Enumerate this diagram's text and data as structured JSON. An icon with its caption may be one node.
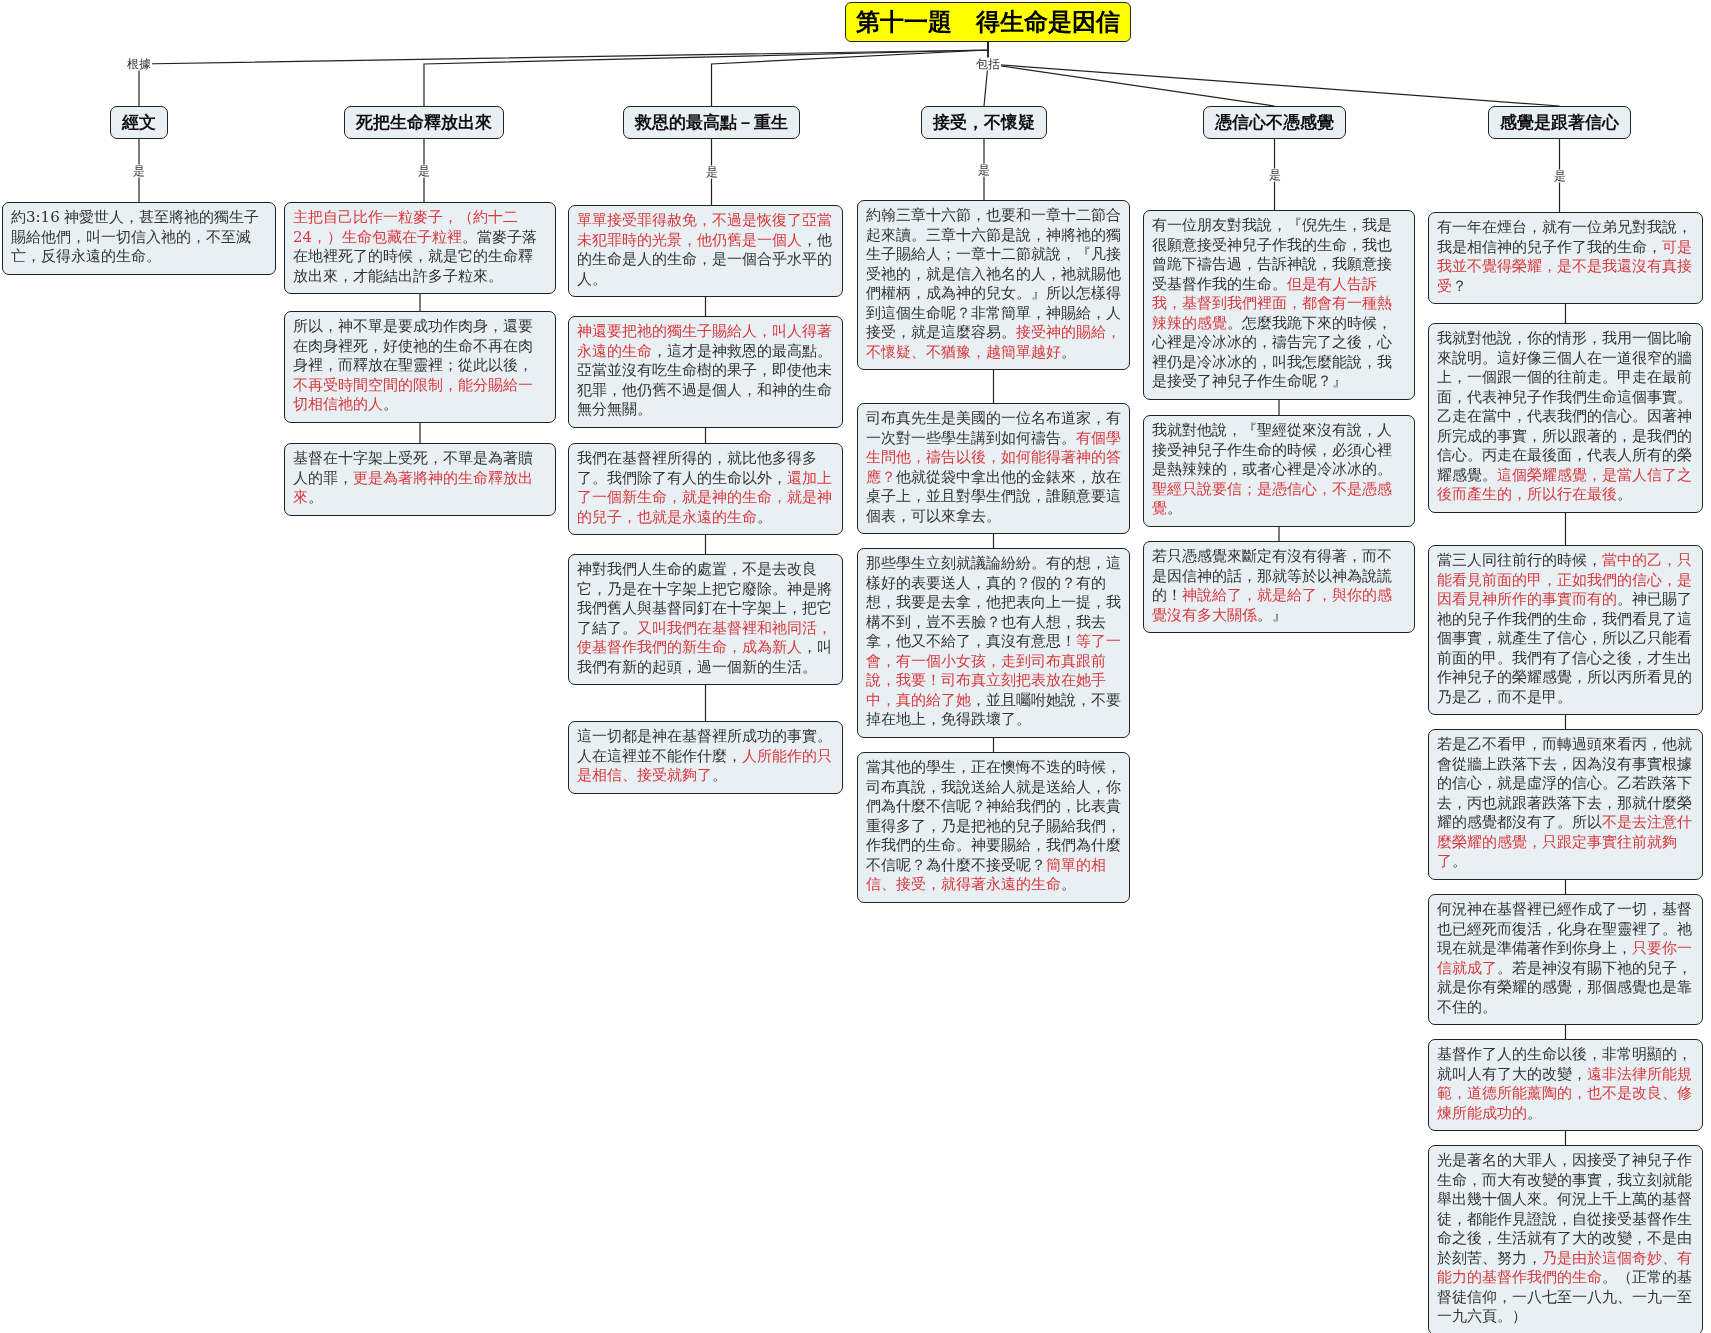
{
  "diagram": {
    "nodes": [
      {
        "text": [
          "第十一題　得生命是因信"
        ]
      },
      {
        "text": [
          "經文"
        ]
      },
      {
        "text": [
          "死把生命釋放出來"
        ]
      },
      {
        "text": [
          "救恩的最高點－重生"
        ]
      },
      {
        "text": [
          "接受，不懷疑"
        ]
      },
      {
        "text": [
          "憑信心不憑感覺"
        ]
      },
      {
        "text": [
          "感覺是跟著信心"
        ]
      },
      {
        "text": [
          "約3:16 神愛世人，甚至將祂的獨生子賜給他們，叫一切信入祂的，不至滅亡，反得永遠的生命。"
        ]
      },
      {
        "text": [
          "**主把自己比作一粒麥子，（約十二24，）生命包藏在子粒裡**。當麥子落在地裡死了的時候，就是它的生命釋放出來，才能結出許多子粒來。"
        ]
      },
      {
        "text": [
          "所以，神不單是要成功作肉身，還要在肉身裡死，好使祂的生命不再在肉身裡，而釋放在聖靈裡；從此以後，**不再受時間空間的限制，能分賜給一切相信祂的人**。"
        ]
      },
      {
        "text": [
          "基督在十字架上受死，不單是為著贖人的罪，**更是為著將神的生命釋放出來**。"
        ]
      },
      {
        "text": [
          "**單單接受罪得赦免，不過是恢復了亞當未犯罪時的光景，他仍舊是一個人**，他的生命是人的生命，是一個合乎水平的人。"
        ]
      },
      {
        "text": [
          "**神還要把祂的獨生子賜給人，叫人得著永遠的生命**，這才是神救恩的最高點。亞當並沒有吃生命樹的果子，即使他未犯罪，他仍舊不過是個人，和神的生命無分無關。"
        ]
      },
      {
        "text": [
          "我們在基督裡所得的，就比他多得多了。我們除了有人的生命以外，**還加上了一個新生命，就是神的生命，就是神的兒子，也就是永遠的生命**。"
        ]
      },
      {
        "text": [
          "神對我們人生命的處置，不是去改良它，乃是在十字架上把它廢除。神是將我們舊人與基督同釘在十字架上，把它了結了。**又叫我們在基督裡和祂同活，使基督作我們的新生命，成為新人**，叫我們有新的起頭，過一個新的生活。"
        ]
      },
      {
        "text": [
          "這一切都是神在基督裡所成功的事實。人在這裡並不能作什麼，**人所能作的只是相信、接受就夠了**。"
        ]
      },
      {
        "text": [
          "約翰三章十六節，也要和一章十二節合起來讀。三章十六節是說，神將祂的獨生子賜給人；一章十二節就說，『凡接受祂的，就是信入祂名的人，祂就賜他們權柄，成為神的兒女。』所以怎樣得到這個生命呢？非常簡單，神賜給，人接受，就是這麼容易。**接受神的賜給，不懷疑、不猶豫，越簡單越好**。"
        ]
      },
      {
        "text": [
          "司布真先生是美國的一位名布道家，有一次對一些學生講到如何禱告。**有個學生問他，禱告以後，如何能得著神的答應？**他就從袋中拿出他的金錶來，放在桌子上，並且對學生們說，誰願意要這個表，可以來拿去。"
        ]
      },
      {
        "text": [
          "那些學生立刻就議論紛紛。有的想，這樣好的表要送人，真的？假的？有的想，我要是去拿，他把表向上一提，我構不到，豈不丟臉？也有人想，我去拿，他又不給了，真沒有意思！**等了一會，有一個小女孩，走到司布真跟前說，我要！司布真立刻把表放在她手中，真的給了她**，並且囑咐她說，不要掉在地上，免得跌壞了。"
        ]
      },
      {
        "text": [
          "當其他的學生，正在懊悔不迭的時候，司布真說，我說送給人就是送給人，你們為什麼不信呢？神給我們的，比表貴重得多了，乃是把祂的兒子賜給我們，作我們的生命。神要賜給，我們為什麼不信呢？為什麼不接受呢？**簡單的相信、接受，就得著永遠的生命**。"
        ]
      },
      {
        "text": [
          "有一位朋友對我說，『倪先生，我是很願意接受神兒子作我的生命，我也曾跪下禱告過，告訴神說，我願意接受基督作我的生命。**但是有人告訴我，基督到我們裡面，都會有一種熱辣辣的感覺**。怎麼我跪下來的時候，心裡是冷冰冰的，禱告完了之後，心裡仍是冷冰冰的，叫我怎麼能說，我是接受了神兒子作生命呢？』"
        ]
      },
      {
        "text": [
          "我就對他說，『聖經從來沒有說，人接受神兒子作生命的時候，必須心裡是熱辣辣的，或者心裡是冷冰冰的。**聖經只說要信；是憑信心，不是憑感覺**。"
        ]
      },
      {
        "text": [
          "若只憑感覺來斷定有沒有得著，而不是因信神的話，那就等於以神為說謊的！**神說給了，就是給了，與你的感覺沒有多大關係**。』"
        ]
      },
      {
        "text": [
          "有一年在煙台，就有一位弟兄對我說，我是相信神的兒子作了我的生命，**可是我並不覺得榮耀，是不是我還沒有真接受**？"
        ]
      },
      {
        "text": [
          "我就對他說，你的情形，我用一個比喻來說明。這好像三個人在一道很窄的牆上，一個跟一個的往前走。甲走在最前面，代表神兒子作我們生命這個事實。乙走在當中，代表我們的信心。因著神所完成的事實，所以跟著的，是我們的信心。丙走在最後面，代表人所有的榮耀感覺。**這個榮耀感覺，是當人信了之後而產生的，所以行在最後**。"
        ]
      },
      {
        "text": [
          "當三人同往前行的時候，**當中的乙，只能看見前面的甲，正如我們的信心，是因看見神所作的事實而有的**。神已賜了祂的兒子作我們的生命，我們看見了這個事實，就產生了信心，所以乙只能看前面的甲。我們有了信心之後，才生出作神兒子的榮耀感覺，所以丙所看見的乃是乙，而不是甲。"
        ]
      },
      {
        "text": [
          "若是乙不看甲，而轉過頭來看丙，他就會從牆上跌落下去，因為沒有事實根據的信心，就是虛浮的信心。乙若跌落下去，丙也就跟著跌落下去，那就什麼榮耀的感覺都沒有了。所以**不是去注意什麼榮耀的感覺，只跟定事實往前就夠了**。"
        ]
      },
      {
        "text": [
          "何況神在基督裡已經作成了一切，基督也已經死而復活，化身在聖靈裡了。祂現在就是準備著作到你身上，**只要你一信就成了**。若是神沒有賜下祂的兒子，就是你有榮耀的感覺，那個感覺也是靠不住的。"
        ]
      },
      {
        "text": [
          "基督作了人的生命以後，非常明顯的，就叫人有了大的改變，**遠非法律所能規範，道德所能薰陶的，也不是改良、修煉所能成功的**。"
        ]
      },
      {
        "text": [
          "光是著名的大罪人，因接受了神兒子作生命，而大有改變的事實，我立刻就能舉出幾十個人來。何況上千上萬的基督徒，都能作見證說，自從接受基督作生命之後，生活就有了大的改變，不是由於刻苦、努力，**乃是由於這個奇妙、有能力的基督作我們的生命**。（正常的基督徒信仰，一八七至一八九、一九一至一九六頁。）"
        ]
      }
    ],
    "edges": [
      {
        "from": 0,
        "to": 1,
        "arrow": "none",
        "label": "根據"
      },
      {
        "from": 0,
        "to": 2,
        "arrow": "none"
      },
      {
        "from": 0,
        "to": 3,
        "arrow": "none"
      },
      {
        "from": 0,
        "to": 4,
        "arrow": "none",
        "label": "包括"
      },
      {
        "from": 0,
        "to": 5,
        "arrow": "none"
      },
      {
        "from": 0,
        "to": 6,
        "arrow": "none"
      },
      {
        "from": 1,
        "to": 7,
        "arrow": "none",
        "label": "是"
      },
      {
        "from": 2,
        "to": 8,
        "arrow": "none",
        "label": "是"
      },
      {
        "from": 8,
        "to": 9,
        "arrow": "none"
      },
      {
        "from": 9,
        "to": 10,
        "arrow": "none"
      },
      {
        "from": 3,
        "to": 11,
        "arrow": "none",
        "label": "是"
      },
      {
        "from": 11,
        "to": 12,
        "arrow": "none"
      },
      {
        "from": 12,
        "to": 13,
        "arrow": "none"
      },
      {
        "from": 13,
        "to": 14,
        "arrow": "none"
      },
      {
        "from": 14,
        "to": 15,
        "arrow": "none"
      },
      {
        "from": 4,
        "to": 16,
        "arrow": "none",
        "label": "是"
      },
      {
        "from": 16,
        "to": 17,
        "arrow": "none"
      },
      {
        "from": 17,
        "to": 18,
        "arrow": "none"
      },
      {
        "from": 18,
        "to": 19,
        "arrow": "none"
      },
      {
        "from": 5,
        "to": 20,
        "arrow": "none",
        "label": "是"
      },
      {
        "from": 20,
        "to": 21,
        "arrow": "none"
      },
      {
        "from": 21,
        "to": 22,
        "arrow": "none"
      },
      {
        "from": 6,
        "to": 23,
        "arrow": "none",
        "label": "是"
      },
      {
        "from": 23,
        "to": 24,
        "arrow": "none"
      },
      {
        "from": 24,
        "to": 25,
        "arrow": "none"
      },
      {
        "from": 25,
        "to": 26,
        "arrow": "none"
      },
      {
        "from": 26,
        "to": 27,
        "arrow": "none"
      },
      {
        "from": 27,
        "to": 28,
        "arrow": "none"
      },
      {
        "from": 28,
        "to": 29,
        "arrow": "none"
      }
    ]
  }
}
